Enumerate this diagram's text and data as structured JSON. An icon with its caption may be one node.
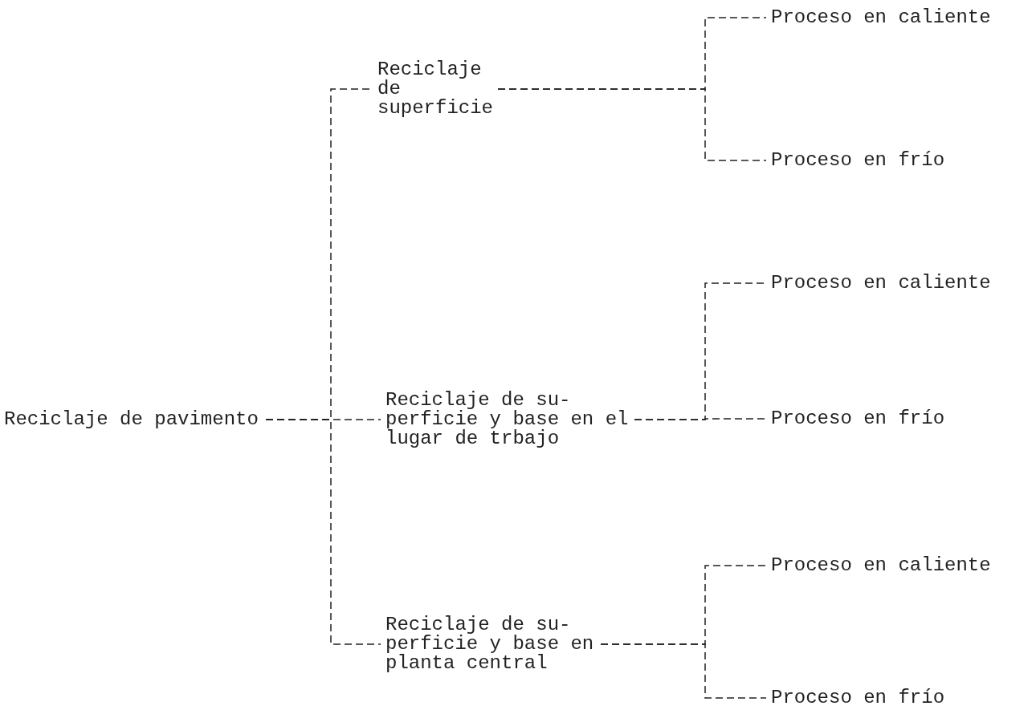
{
  "diagram": {
    "nodes": [
      {
        "text": [
          "Reciclaje de pavimento"
        ]
      },
      {
        "text": [
          "Reciclaje de superficie"
        ]
      },
      {
        "text": [
          "Proceso en caliente"
        ]
      },
      {
        "text": [
          "Proceso en frío"
        ]
      },
      {
        "text": [
          "Reciclaje de su- perficie y base en el lugar de trbajo"
        ]
      },
      {
        "text": [
          "Proceso en caliente"
        ]
      },
      {
        "text": [
          "Proceso en frío"
        ]
      },
      {
        "text": [
          "Reciclaje de su- perficie y base en planta central"
        ]
      },
      {
        "text": [
          "Proceso en caliente"
        ]
      },
      {
        "text": [
          "Proceso en frío"
        ]
      }
    ],
    "edges": [
      {
        "from": 0,
        "to": 1,
        "arrow": "none",
        "style": "dashed"
      },
      {
        "from": 0,
        "to": 4,
        "arrow": "none",
        "style": "dashed"
      },
      {
        "from": 0,
        "to": 7,
        "arrow": "none",
        "style": "dashed"
      },
      {
        "from": 1,
        "to": 2,
        "arrow": "none",
        "style": "dashed"
      },
      {
        "from": 1,
        "to": 3,
        "arrow": "none",
        "style": "dashed"
      },
      {
        "from": 4,
        "to": 5,
        "arrow": "none",
        "style": "dashed"
      },
      {
        "from": 4,
        "to": 6,
        "arrow": "none",
        "style": "dashed"
      },
      {
        "from": 7,
        "to": 8,
        "arrow": "none",
        "style": "dashed"
      },
      {
        "from": 7,
        "to": 9,
        "arrow": "none",
        "style": "dashed"
      }
    ]
  }
}
